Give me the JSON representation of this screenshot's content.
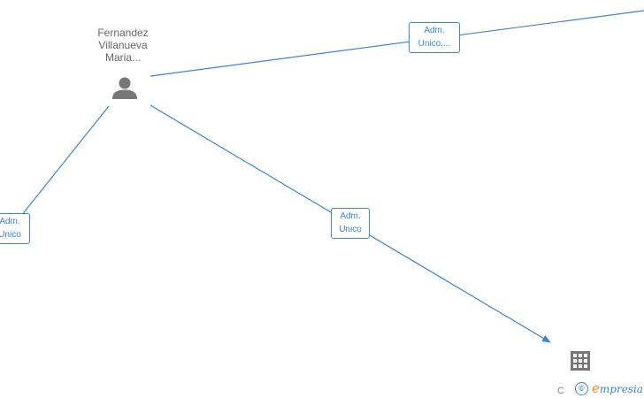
{
  "person": {
    "name_lines": [
      "Fernandez",
      "Villanueva",
      "Maria..."
    ],
    "icon": "person-icon"
  },
  "edges": [
    {
      "label_lines": [
        "Adm.",
        "Unico,..."
      ]
    },
    {
      "label_lines": [
        "Adm.",
        "Unico"
      ]
    },
    {
      "label_lines": [
        "Adm.",
        "Unico"
      ]
    }
  ],
  "company": {
    "icon": "building-icon",
    "name_fragment": "C"
  },
  "watermark": {
    "symbol": "©",
    "brand_initial": "e",
    "brand_rest": "mpresia"
  },
  "colors": {
    "edge": "#3d84d6",
    "node_icon": "#777777",
    "brand_orange": "#f08a1c"
  }
}
